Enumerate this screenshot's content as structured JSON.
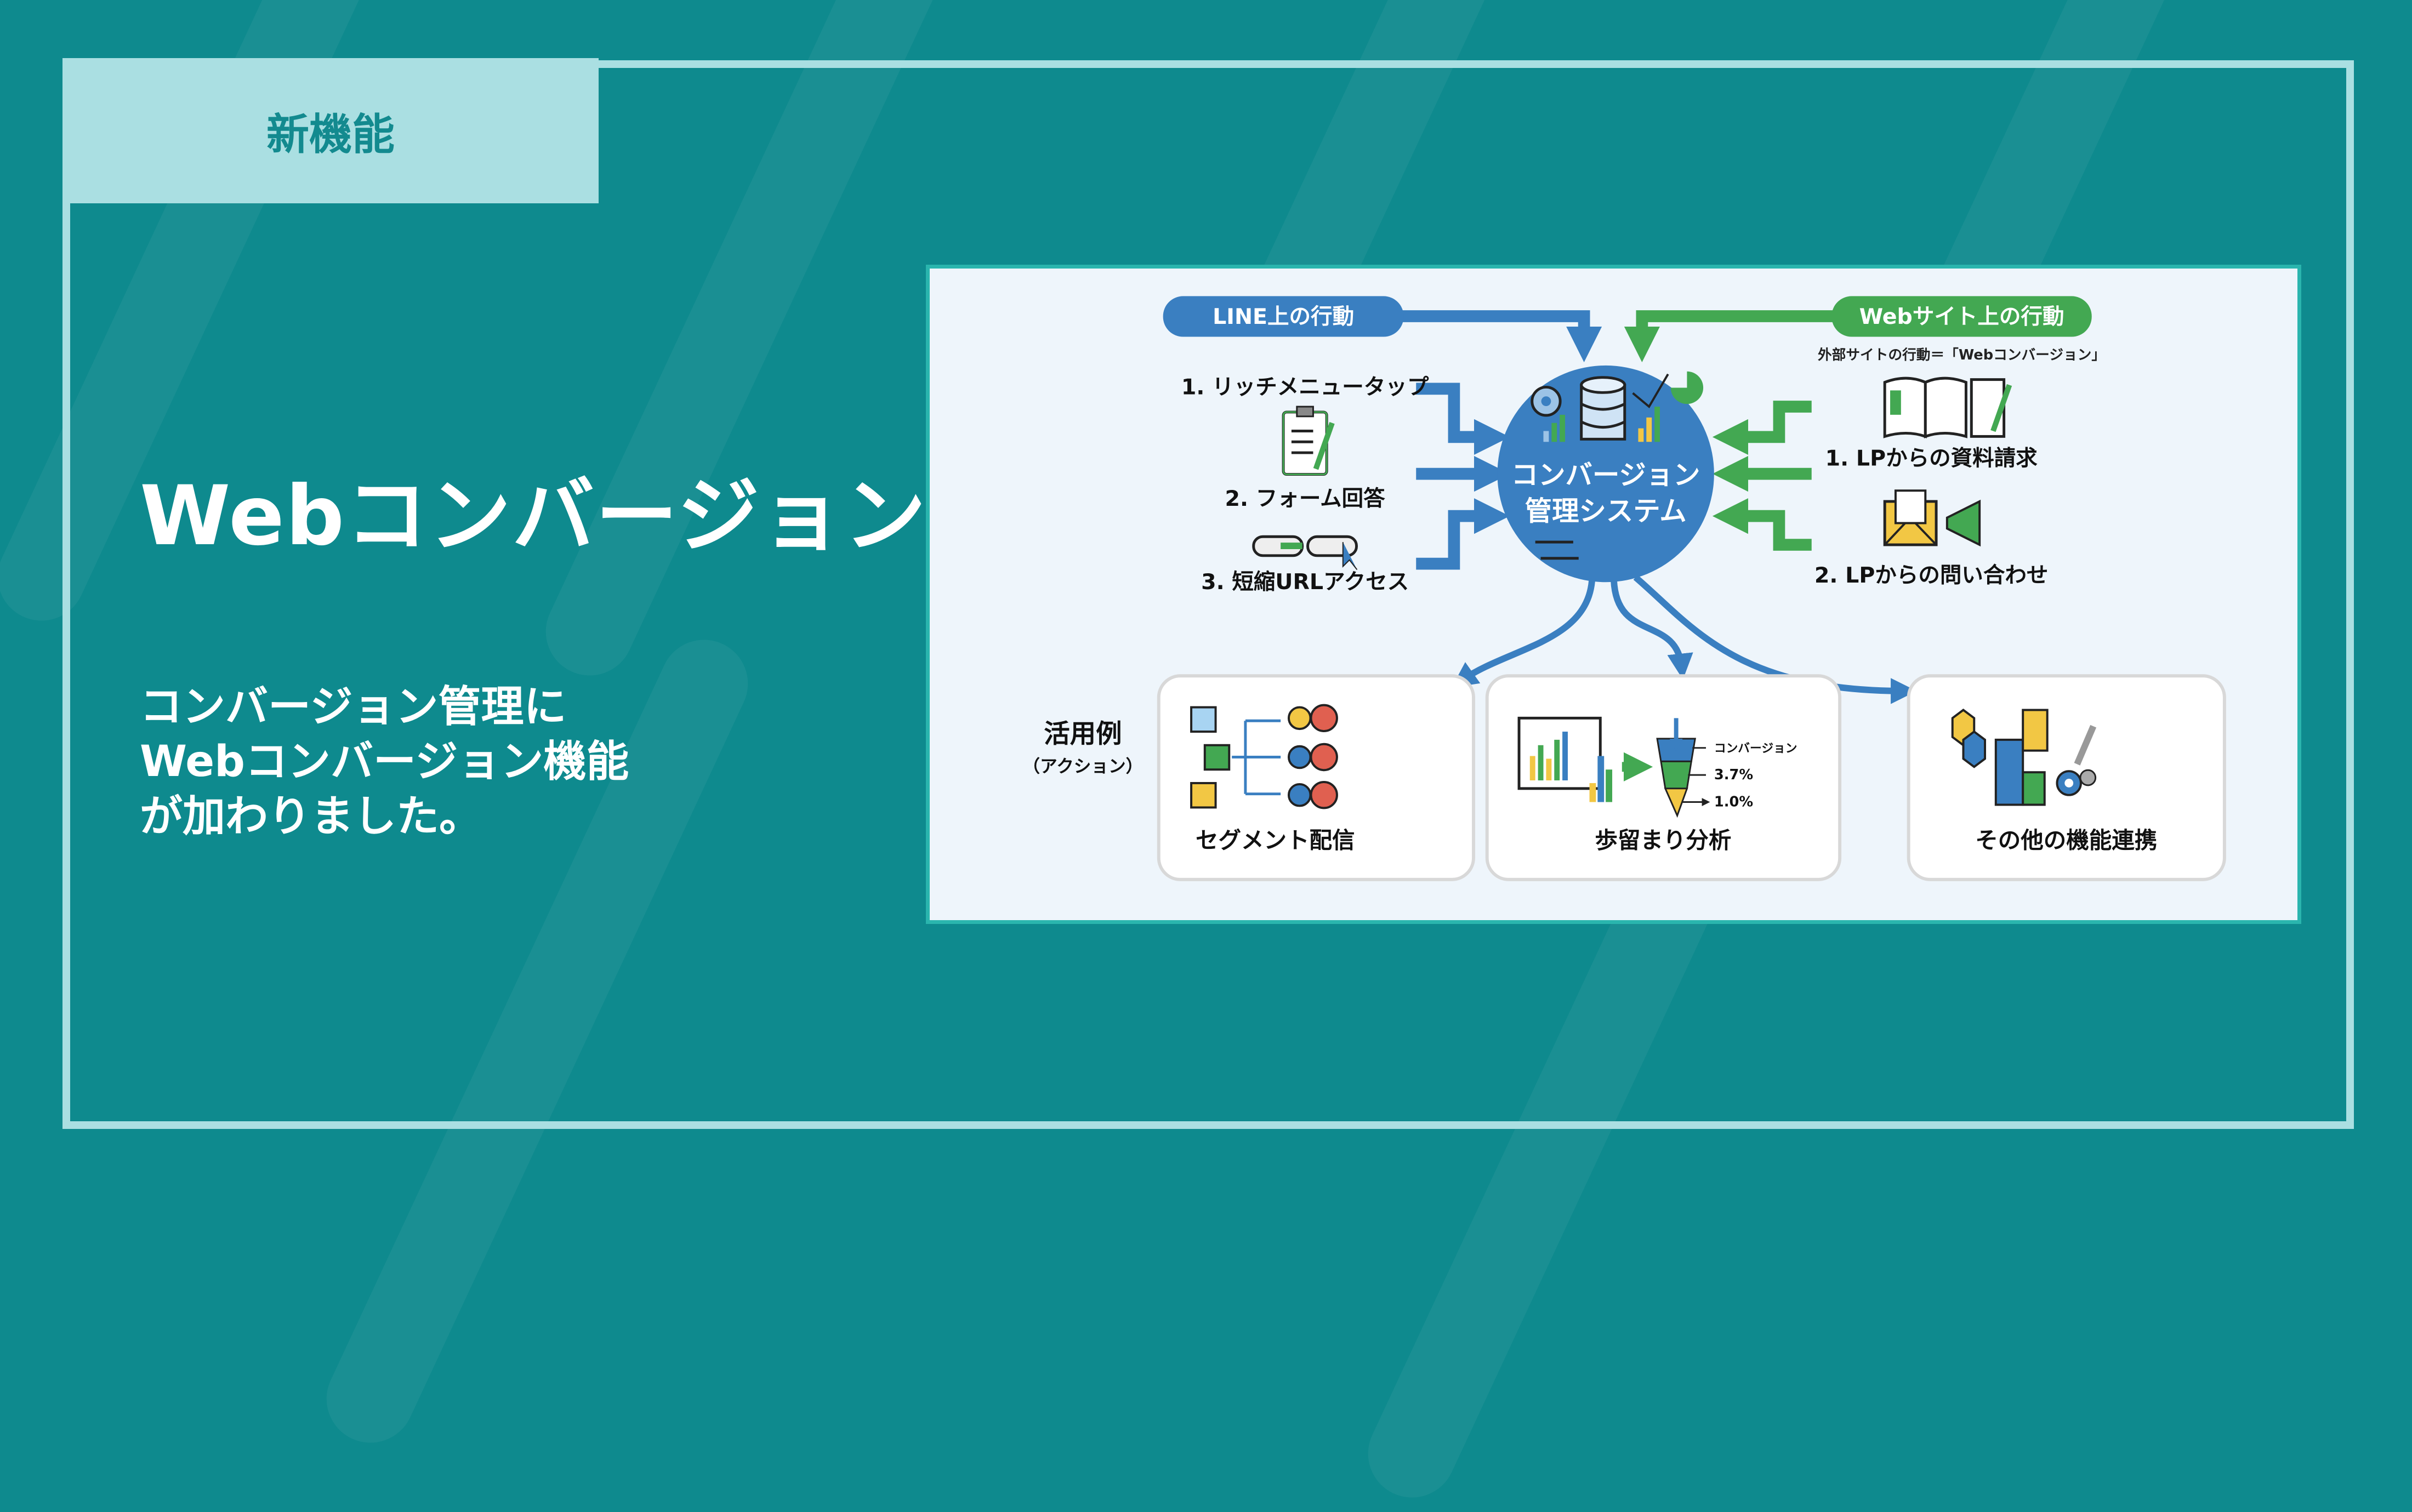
{
  "badge": "新機能",
  "title": "Webコンバージョン",
  "description": [
    "コンバージョン管理に",
    "Webコンバージョン機能",
    "が加わりました。"
  ],
  "colors": {
    "background": "#0e8a8e",
    "accent_light": "#aadfe2",
    "blue": "#3a7fc1",
    "green": "#43a852",
    "yellow": "#f2c744"
  },
  "diagram": {
    "line_pill": "LINE上の行動",
    "web_pill": "Webサイト上の行動",
    "web_caption": "外部サイトの行動＝「Webコンバージョン」",
    "center": {
      "line1": "コンバージョン",
      "line2": "管理システム"
    },
    "line_actions": [
      "1. リッチメニュータップ",
      "2. フォーム回答",
      "3. 短縮URLアクセス"
    ],
    "web_actions": [
      "1. LPからの資料請求",
      "2. LPからの問い合わせ"
    ],
    "examples_label": "活用例",
    "examples_sub": "（アクション）",
    "cards": [
      "セグメント配信",
      "歩留まり分析",
      "その他の機能連携"
    ],
    "funnel_labels": [
      "コンバージョン",
      "3.7%",
      "1.0%"
    ]
  }
}
